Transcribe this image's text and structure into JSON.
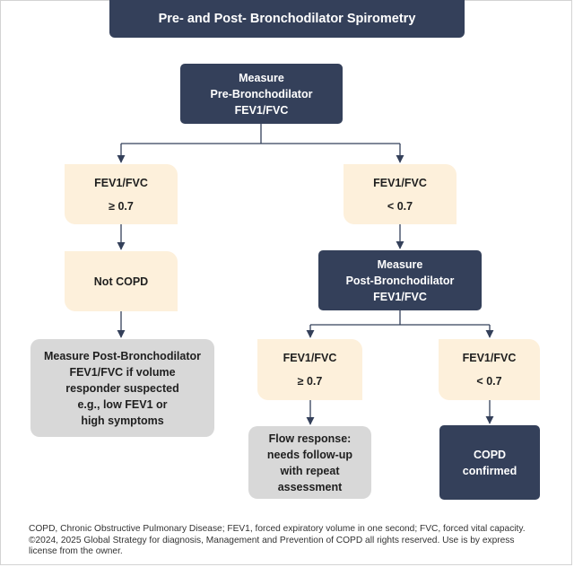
{
  "title": "Pre- and Post- Bronchodilator Spirometry",
  "nodes": {
    "measure_pre": [
      "Measure",
      "Pre-Bronchodilator",
      "FEV1/FVC"
    ],
    "ratio_ge_left": [
      "FEV1/FVC",
      "≥ 0.7"
    ],
    "ratio_lt_right": [
      "FEV1/FVC",
      "< 0.7"
    ],
    "not_copd": [
      "Not COPD"
    ],
    "measure_post_main": [
      "Measure",
      "Post-Bronchodilator",
      "FEV1/FVC"
    ],
    "measure_post_if": [
      "Measure Post-Bronchodilator",
      "FEV1/FVC if volume",
      "responder suspected",
      "e.g., low FEV1 or",
      "high symptoms"
    ],
    "post_ratio_ge": [
      "FEV1/FVC",
      "≥ 0.7"
    ],
    "post_ratio_lt": [
      "FEV1/FVC",
      "< 0.7"
    ],
    "flow_response": [
      "Flow response:",
      "needs follow-up",
      "with repeat",
      "assessment"
    ],
    "copd_confirmed": [
      "COPD",
      "confirmed"
    ]
  },
  "footer": [
    "COPD, Chronic Obstructive Pulmonary Disease; FEV1, forced expiratory volume in one second; FVC, forced vital capacity.",
    "©2024, 2025 Global Strategy for diagnosis, Management and Prevention of COPD all rights reserved. Use is by express",
    "license from the owner."
  ],
  "colors": {
    "dark_box": "#34405a",
    "beige_box": "#fdf0db",
    "grey_box": "#d8d8d8",
    "connector": "#34405a"
  }
}
